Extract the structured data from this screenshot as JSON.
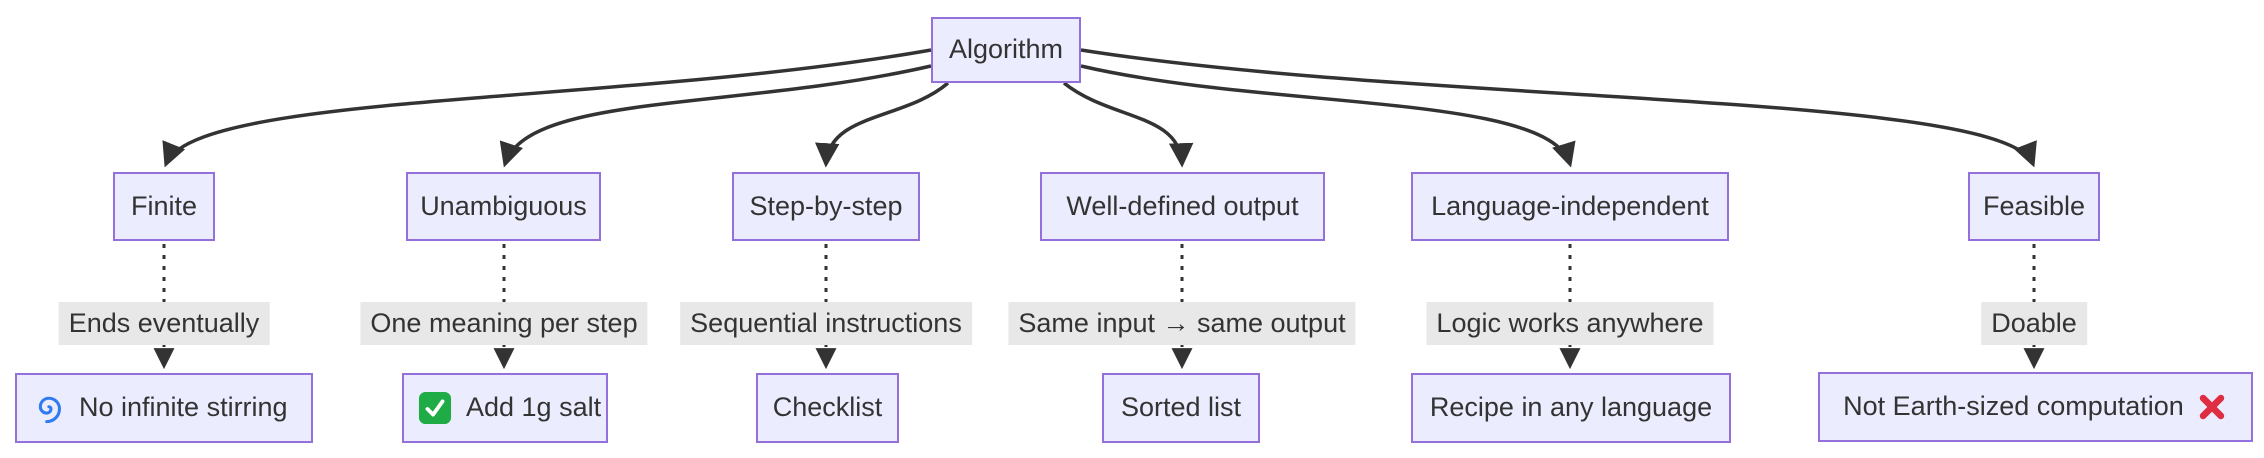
{
  "diagram": {
    "type": "flowchart-tree",
    "root": {
      "label": "Algorithm"
    },
    "branches": [
      {
        "property": "Finite",
        "edge_label": "Ends eventually",
        "example": "No infinite stirring",
        "example_icon": "cyclone-icon",
        "icon_position": "leading"
      },
      {
        "property": "Unambiguous",
        "edge_label": "One meaning per step",
        "example": "Add 1g salt",
        "example_icon": "check-mark-icon",
        "icon_position": "leading"
      },
      {
        "property": "Step-by-step",
        "edge_label": "Sequential instructions",
        "example": "Checklist",
        "example_icon": null
      },
      {
        "property": "Well-defined output",
        "edge_label": "Same input → same output",
        "example": "Sorted list",
        "example_icon": null
      },
      {
        "property": "Language-independent",
        "edge_label": "Logic works anywhere",
        "example": "Recipe in any language",
        "example_icon": null
      },
      {
        "property": "Feasible",
        "edge_label": "Doable",
        "example": "Not Earth-sized computation",
        "example_icon": "cross-mark-icon",
        "icon_position": "trailing"
      }
    ],
    "colors": {
      "node_fill": "#ECECFF",
      "node_border": "#9370DB",
      "edge_line": "#333333",
      "edge_label_bg": "#e8e8e8",
      "text": "#333333",
      "cyclone_blue": "#2f7bf0",
      "check_green": "#1fab45",
      "cross_red": "#dd2e44"
    }
  }
}
